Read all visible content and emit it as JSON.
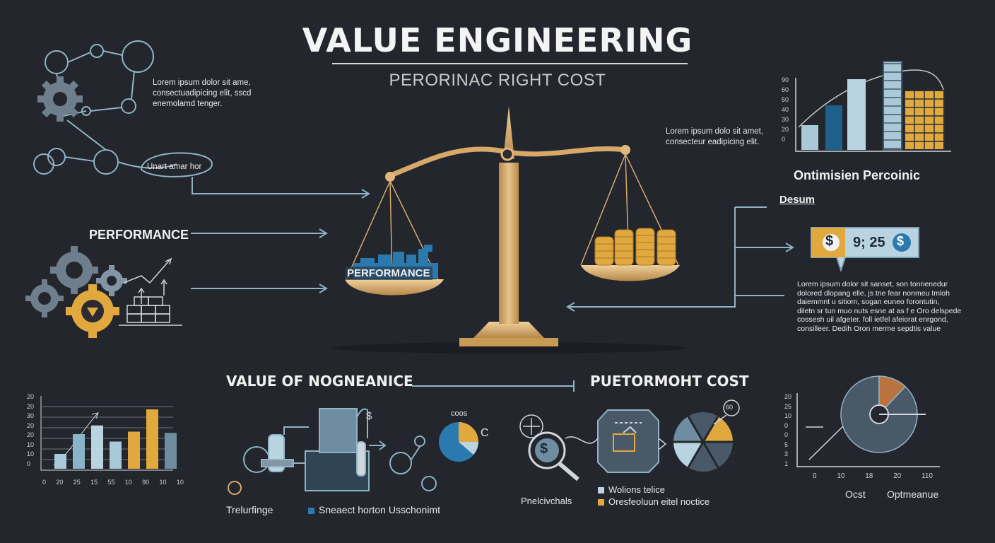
{
  "header": {
    "title": "VALUE ENGINEERING",
    "subtitle": "PERORINAC RIGHT COST"
  },
  "top_left": {
    "text": [
      "Lorem ipsum dolor sit ame,",
      "consectuadipicing elit, sscd",
      "enemolamd tenger."
    ],
    "bubble": "Unart amar hor"
  },
  "left_mid": {
    "performance_label": "PERFORMANCE"
  },
  "scale": {
    "left_pan_label": "PERFORMANCE"
  },
  "top_right": {
    "text": [
      "Lorem ipsum dolo sit amet,",
      "consecteur eadipicing elit."
    ],
    "chart_title": "Ontimisien Percoinic",
    "ticks": [
      "90",
      "60",
      "50",
      "40",
      "30",
      "20",
      "0"
    ]
  },
  "right_mid": {
    "heading": "Desum",
    "ticket_value": "9; 25",
    "paragraph": [
      "Lorem ipsum dolor sit sanset, son tonnenedur",
      "dolored dlopang elle, js tne fear nonmeu Imloh",
      "daiemmnt u sitiom, sogan euneo forontutin,",
      "diletn sr tun muo nuts esne at as f e Oro delspede",
      "cossesh uil afgeter. foll ietfel afeiorat enrgond,",
      "consilleer. Dedih Oron merme sepdtis value"
    ]
  },
  "bottom": {
    "left_heading": "VALUE OF NOGNEANICE",
    "right_heading": "PUETORMOHT COST",
    "pie_label": "coos",
    "pie_c": "C",
    "legend_left_title": "Trelurfinge",
    "legend_left_item": "Sneaect horton Usschonimt",
    "legend_mid_title": "Pnelcivchals",
    "legend_items": [
      "Wolions telice",
      "Oresfeoluun eitel noctice"
    ],
    "badge": "60",
    "dollar": "$"
  },
  "bottom_right": {
    "x_label_left": "Ocst",
    "x_label_right": "Optmeanue"
  },
  "chart_data": [
    {
      "type": "bar",
      "title": "",
      "y_ticks": [
        "20",
        "20",
        "30",
        "20",
        "20",
        "10",
        "10",
        "0"
      ],
      "x_ticks": [
        "0",
        "20",
        "25",
        "15",
        "55",
        "10",
        "90",
        "10",
        "10"
      ],
      "values": [
        12,
        28,
        35,
        22,
        30,
        48,
        29
      ],
      "colors": [
        "#a9c9d9",
        "#8ab3c7",
        "#b9d4e0",
        "#a9c9d9",
        "#e1a93d",
        "#e1a93d",
        "#6e8da0"
      ]
    },
    {
      "type": "bar",
      "title": "Ontimisien Percoinic",
      "y_ticks": [
        "90",
        "60",
        "50",
        "40",
        "30",
        "20",
        "0"
      ],
      "values": [
        35,
        63,
        100,
        125,
        84
      ],
      "colors": [
        "#a9c9d9",
        "#1f5f8b",
        "#b9d4e0",
        "#a9c9d9",
        "#e1a93d"
      ]
    },
    {
      "type": "pie",
      "title": "",
      "y_ticks": [
        "20",
        "25",
        "10",
        "0",
        "0",
        "5",
        "3",
        "1"
      ],
      "x_ticks": [
        "0",
        "10",
        "18",
        "20",
        "110"
      ],
      "slices": [
        {
          "value": 88,
          "color": "#4a5968"
        },
        {
          "value": 12,
          "color": "#b8733f"
        }
      ]
    }
  ],
  "colors": {
    "background": "#23262d",
    "accent_gold": "#e1a93d",
    "accent_blue": "#2a7ab0",
    "line": "#8fb3c4"
  }
}
